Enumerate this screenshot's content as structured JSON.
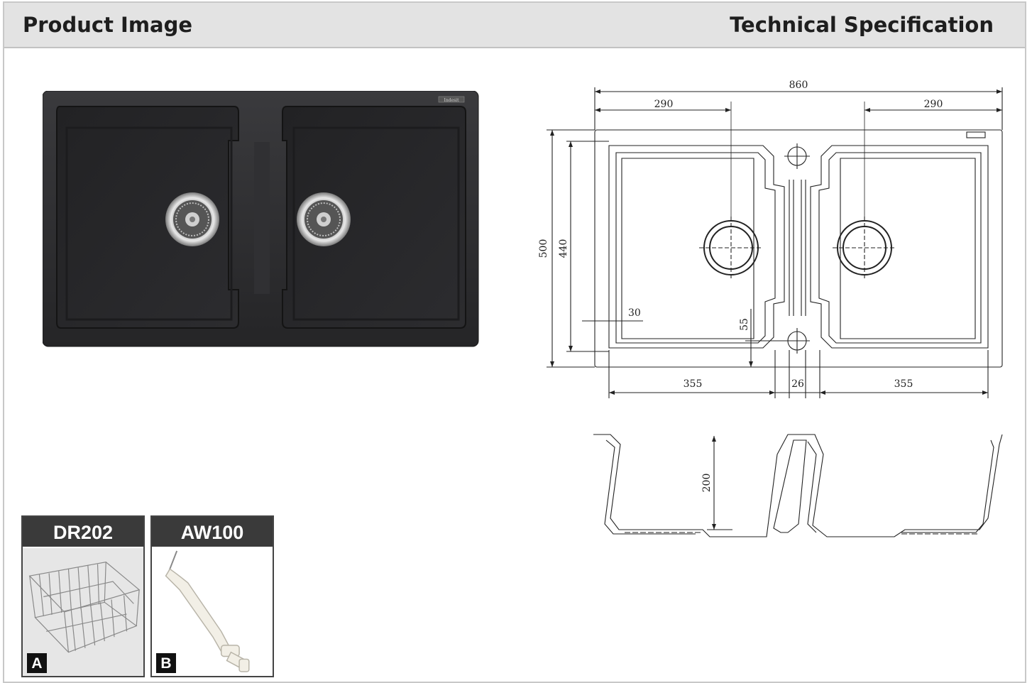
{
  "header": {
    "left_title": "Product Image",
    "right_title": "Technical Specification"
  },
  "product": {
    "brand_mark": "Indesit",
    "color": "#2b2b2d"
  },
  "dimensions": {
    "total_width": "860",
    "left_offset": "290",
    "right_offset": "290",
    "total_depth": "500",
    "inner_depth": "440",
    "rim": "30",
    "drain_offset": "55",
    "bowl_left": "355",
    "divider": "26",
    "bowl_right": "355",
    "bowl_depth": "200"
  },
  "accessories": [
    {
      "code": "DR202",
      "letter": "A"
    },
    {
      "code": "AW100",
      "letter": "B"
    }
  ]
}
